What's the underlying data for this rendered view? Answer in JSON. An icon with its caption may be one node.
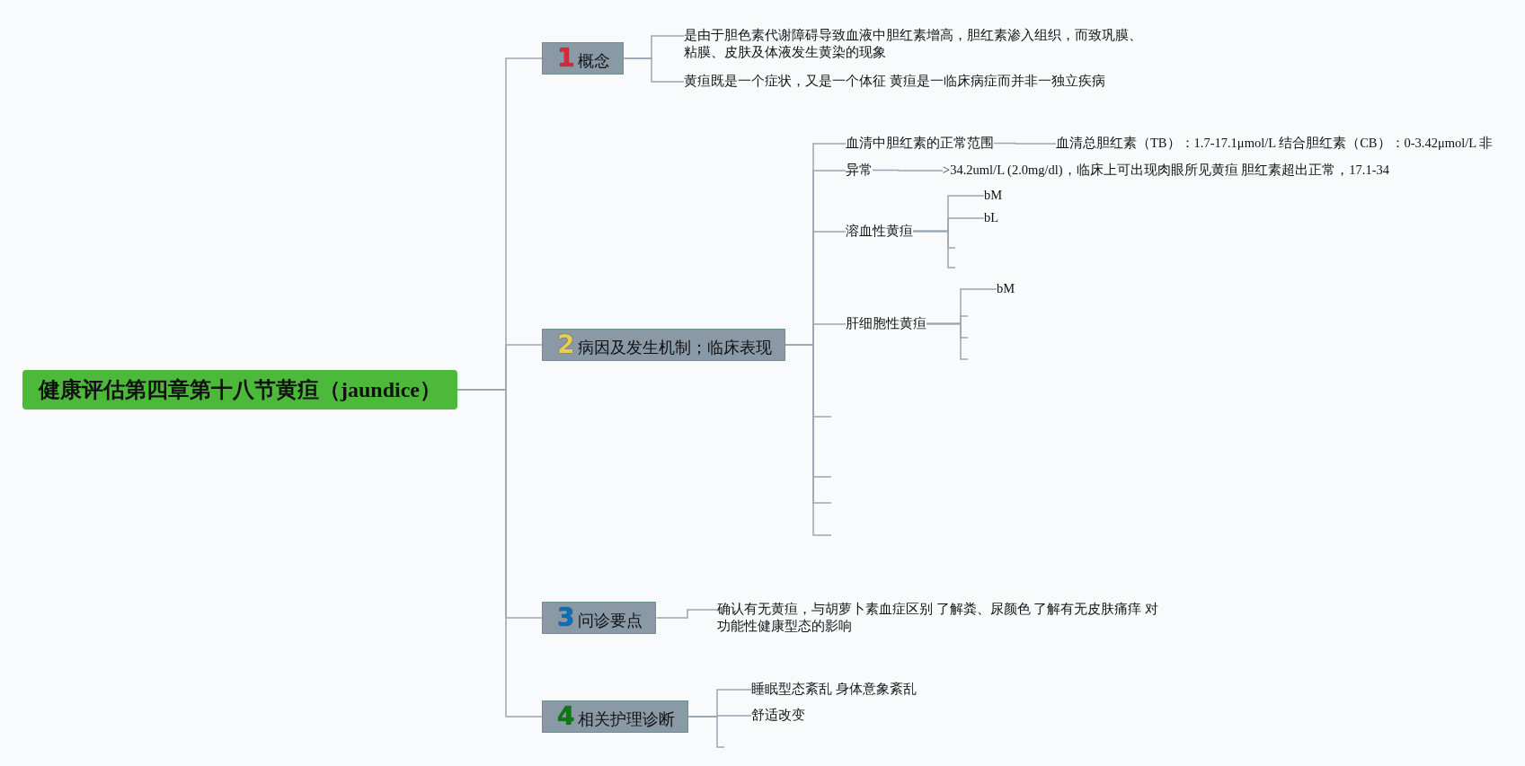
{
  "diagram": {
    "nodes": [
      {
        "text": [
          "健康评估第四章第十八节黄疸（jaundice）"
        ]
      },
      {
        "text": [
          "1",
          "概念"
        ]
      },
      {
        "text": [
          "是由于胆色素代谢障碍导致血液中胆红素增高，胆红素渗入组织，而致巩膜、粘膜、皮肤及体液发生黄染的现象"
        ]
      },
      {
        "text": [
          "黄疸既是一个症状，又是一个体征 黄疸是一临床病症而并非一独立疾病"
        ]
      },
      {
        "text": [
          "2",
          "病因及发生机制；临床表现"
        ]
      },
      {
        "text": [
          "血清中胆红素的正常范围"
        ]
      },
      {
        "text": [
          "血清总胆红素（TB）：1.7-17.1μmol/L 结合胆红素（CB）：0-3.42μmol/L 非"
        ]
      },
      {
        "text": [
          "异常"
        ]
      },
      {
        "text": [
          ">34.2uml/L (2.0mg/dl)，临床上可出现肉眼所见黄疸 胆红素超出正常，17.1-34"
        ]
      },
      {
        "text": [
          "溶血性黄疸"
        ]
      },
      {
        "text": [
          "bM"
        ]
      },
      {
        "text": [
          "bL"
        ]
      },
      {
        "text": [
          "肝细胞性黄疸"
        ]
      },
      {
        "text": [
          "bM"
        ]
      },
      {
        "text": [
          "3",
          "问诊要点"
        ]
      },
      {
        "text": [
          "确认有无黄疸，与胡萝卜素血症区别 了解粪、尿颜色 了解有无皮肤痛痒 对功能性健康型态的影响"
        ]
      },
      {
        "text": [
          "4",
          "相关护理诊断"
        ]
      },
      {
        "text": [
          "睡眠型态紊乱 身体意象紊乱"
        ]
      },
      {
        "text": [
          "舒适改变"
        ]
      }
    ],
    "edges": [
      {
        "from": 0,
        "to": 1,
        "arrow": "none"
      },
      {
        "from": 0,
        "to": 4,
        "arrow": "none"
      },
      {
        "from": 0,
        "to": 14,
        "arrow": "none"
      },
      {
        "from": 0,
        "to": 16,
        "arrow": "none"
      },
      {
        "from": 1,
        "to": 2,
        "arrow": "none"
      },
      {
        "from": 1,
        "to": 3,
        "arrow": "none"
      },
      {
        "from": 4,
        "to": 5,
        "arrow": "none"
      },
      {
        "from": 4,
        "to": 7,
        "arrow": "none"
      },
      {
        "from": 4,
        "to": 9,
        "arrow": "none"
      },
      {
        "from": 4,
        "to": 12,
        "arrow": "none"
      },
      {
        "from": 4,
        "to": null,
        "arrow": "none"
      },
      {
        "from": 4,
        "to": null,
        "arrow": "none"
      },
      {
        "from": 4,
        "to": null,
        "arrow": "none"
      },
      {
        "from": 4,
        "to": null,
        "arrow": "none"
      },
      {
        "from": 5,
        "to": 6,
        "arrow": "none"
      },
      {
        "from": 7,
        "to": 8,
        "arrow": "none"
      },
      {
        "from": 9,
        "to": 10,
        "arrow": "none"
      },
      {
        "from": 9,
        "to": 11,
        "arrow": "none"
      },
      {
        "from": 9,
        "to": null,
        "arrow": "none"
      },
      {
        "from": 9,
        "to": null,
        "arrow": "none"
      },
      {
        "from": 12,
        "to": 13,
        "arrow": "none"
      },
      {
        "from": 12,
        "to": null,
        "arrow": "none"
      },
      {
        "from": 12,
        "to": null,
        "arrow": "none"
      },
      {
        "from": 12,
        "to": null,
        "arrow": "none"
      },
      {
        "from": 14,
        "to": 15,
        "arrow": "none"
      },
      {
        "from": 16,
        "to": 17,
        "arrow": "none"
      },
      {
        "from": 16,
        "to": 18,
        "arrow": "none"
      },
      {
        "from": 16,
        "to": null,
        "arrow": "none"
      }
    ]
  }
}
